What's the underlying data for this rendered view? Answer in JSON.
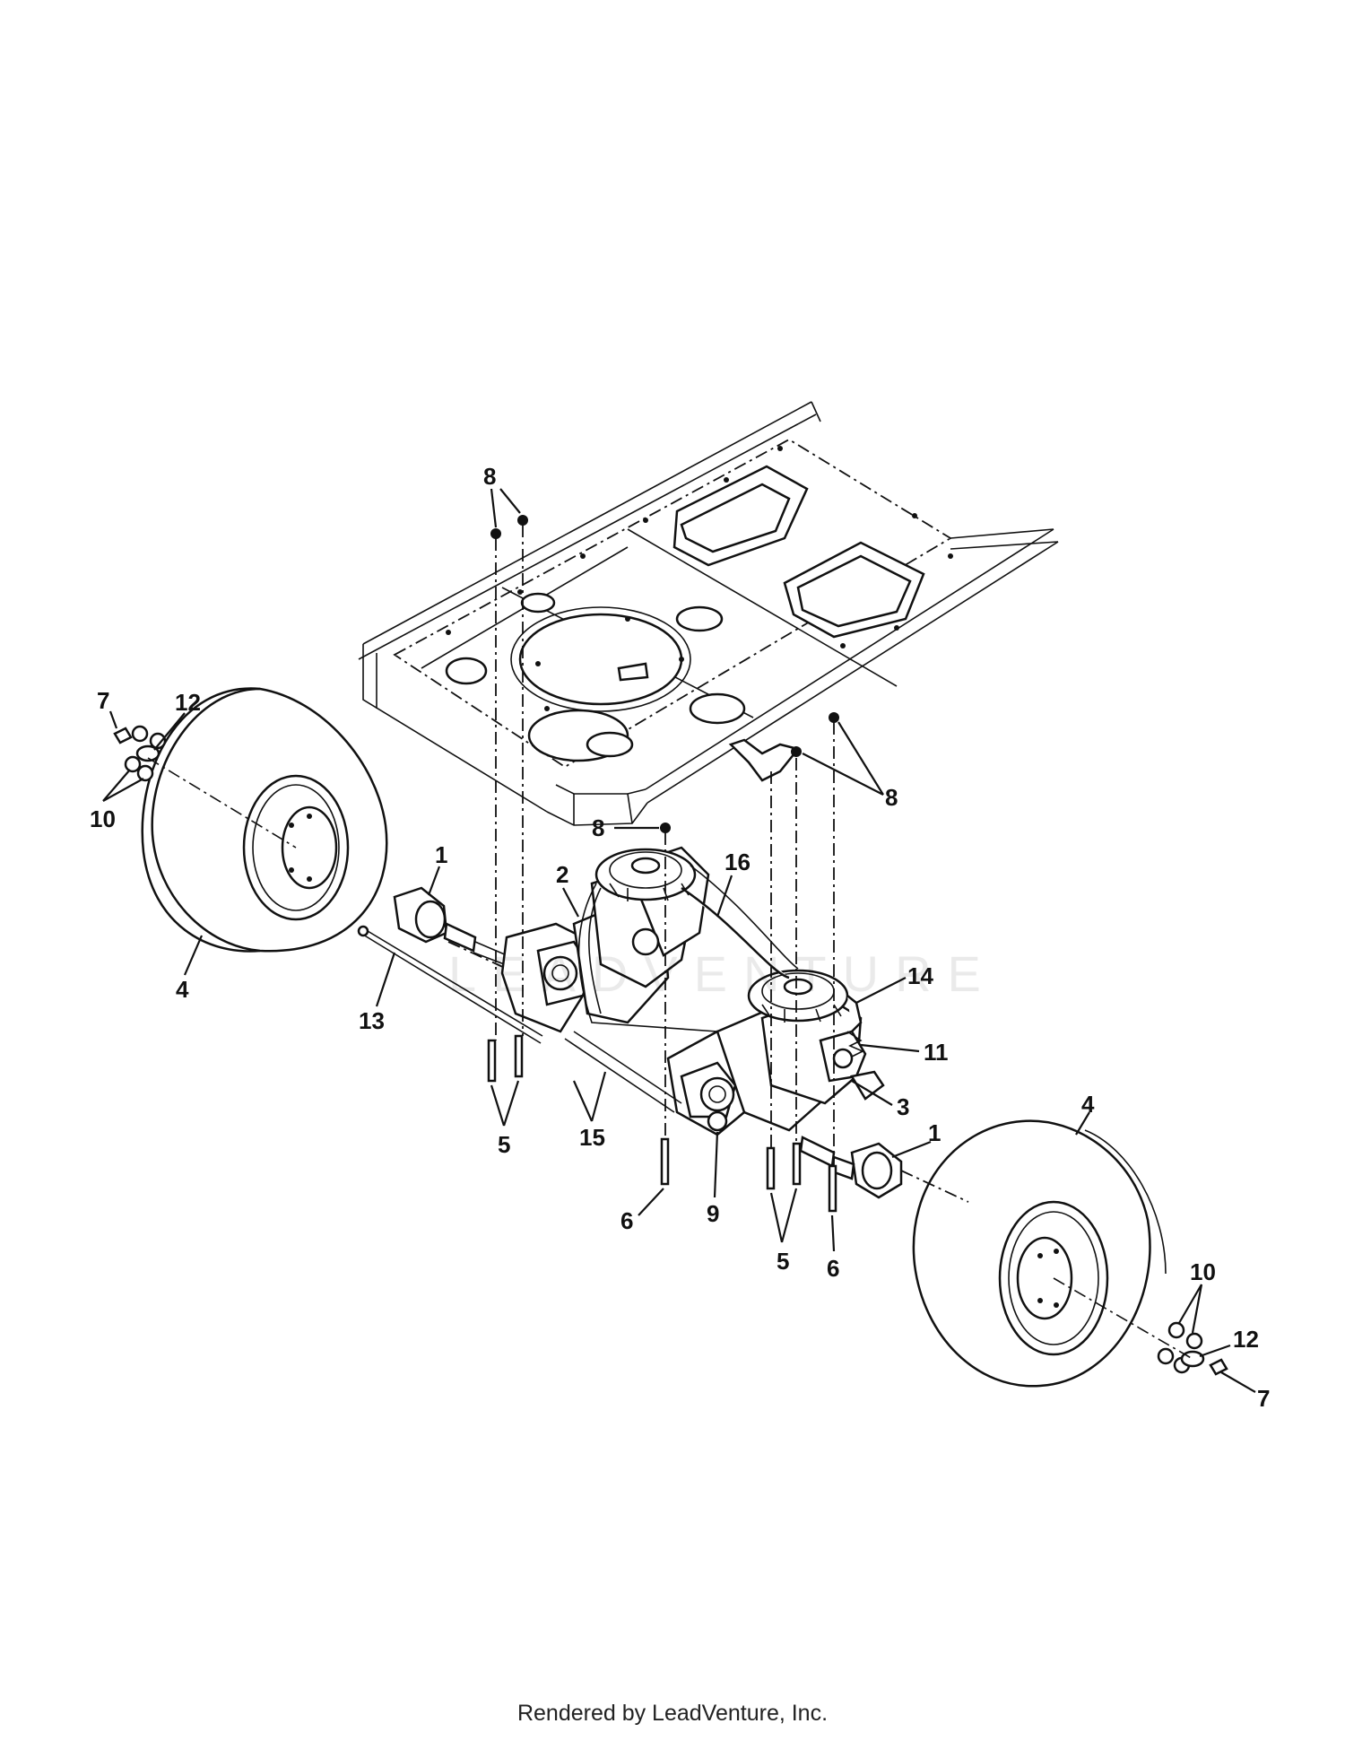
{
  "diagram": {
    "callouts": [
      "1",
      "2",
      "3",
      "4",
      "5",
      "6",
      "7",
      "8",
      "9",
      "10",
      "11",
      "12",
      "13",
      "14",
      "15",
      "16"
    ],
    "watermark": "LEADVENTURE"
  },
  "footer": {
    "rendered_by": "Rendered by LeadVenture, Inc."
  }
}
